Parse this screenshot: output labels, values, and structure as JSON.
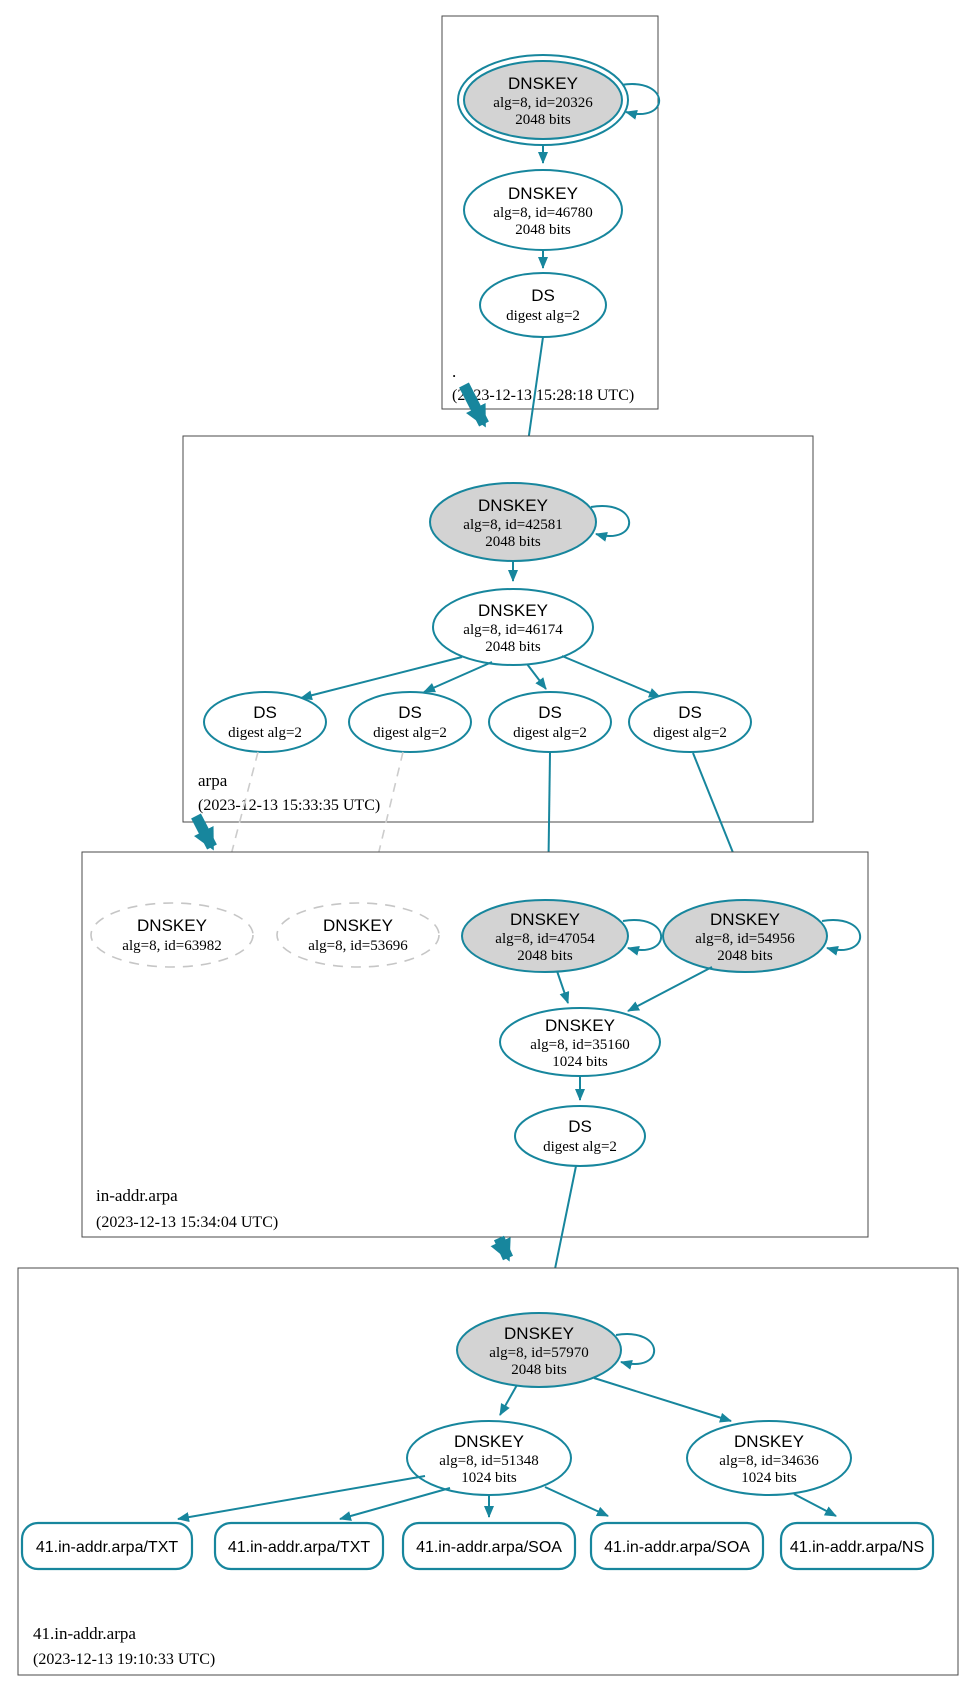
{
  "colors": {
    "teal": "#17869d",
    "secure_fill": "#d3d3d3",
    "insecure_gray": "#c6c6c6",
    "box_border": "#4a4a4a"
  },
  "zones": [
    {
      "label": ".",
      "timestamp": "(2023-12-13 15:28:18 UTC)",
      "nodes": {
        "ksk": {
          "title": "DNSKEY",
          "detail": "alg=8, id=20326",
          "bits": "2048 bits"
        },
        "zsk": {
          "title": "DNSKEY",
          "detail": "alg=8, id=46780",
          "bits": "2048 bits"
        },
        "ds": {
          "title": "DS",
          "detail": "digest alg=2"
        }
      }
    },
    {
      "label": "arpa",
      "timestamp": "(2023-12-13 15:33:35 UTC)",
      "nodes": {
        "ksk": {
          "title": "DNSKEY",
          "detail": "alg=8, id=42581",
          "bits": "2048 bits"
        },
        "zsk": {
          "title": "DNSKEY",
          "detail": "alg=8, id=46174",
          "bits": "2048 bits"
        },
        "ds1": {
          "title": "DS",
          "detail": "digest alg=2"
        },
        "ds2": {
          "title": "DS",
          "detail": "digest alg=2"
        },
        "ds3": {
          "title": "DS",
          "detail": "digest alg=2"
        },
        "ds4": {
          "title": "DS",
          "detail": "digest alg=2"
        }
      }
    },
    {
      "label": "in-addr.arpa",
      "timestamp": "(2023-12-13 15:34:04 UTC)",
      "nodes": {
        "insecure1": {
          "title": "DNSKEY",
          "detail": "alg=8, id=63982"
        },
        "insecure2": {
          "title": "DNSKEY",
          "detail": "alg=8, id=53696"
        },
        "ksk1": {
          "title": "DNSKEY",
          "detail": "alg=8, id=47054",
          "bits": "2048 bits"
        },
        "ksk2": {
          "title": "DNSKEY",
          "detail": "alg=8, id=54956",
          "bits": "2048 bits"
        },
        "zsk": {
          "title": "DNSKEY",
          "detail": "alg=8, id=35160",
          "bits": "1024 bits"
        },
        "ds": {
          "title": "DS",
          "detail": "digest alg=2"
        }
      }
    },
    {
      "label": "41.in-addr.arpa",
      "timestamp": "(2023-12-13 19:10:33 UTC)",
      "nodes": {
        "ksk": {
          "title": "DNSKEY",
          "detail": "alg=8, id=57970",
          "bits": "2048 bits"
        },
        "zsk1": {
          "title": "DNSKEY",
          "detail": "alg=8, id=51348",
          "bits": "1024 bits"
        },
        "zsk2": {
          "title": "DNSKEY",
          "detail": "alg=8, id=34636",
          "bits": "1024 bits"
        },
        "rrsets": [
          {
            "label": "41.in-addr.arpa/TXT"
          },
          {
            "label": "41.in-addr.arpa/TXT"
          },
          {
            "label": "41.in-addr.arpa/SOA"
          },
          {
            "label": "41.in-addr.arpa/SOA"
          },
          {
            "label": "41.in-addr.arpa/NS"
          }
        ]
      }
    }
  ]
}
